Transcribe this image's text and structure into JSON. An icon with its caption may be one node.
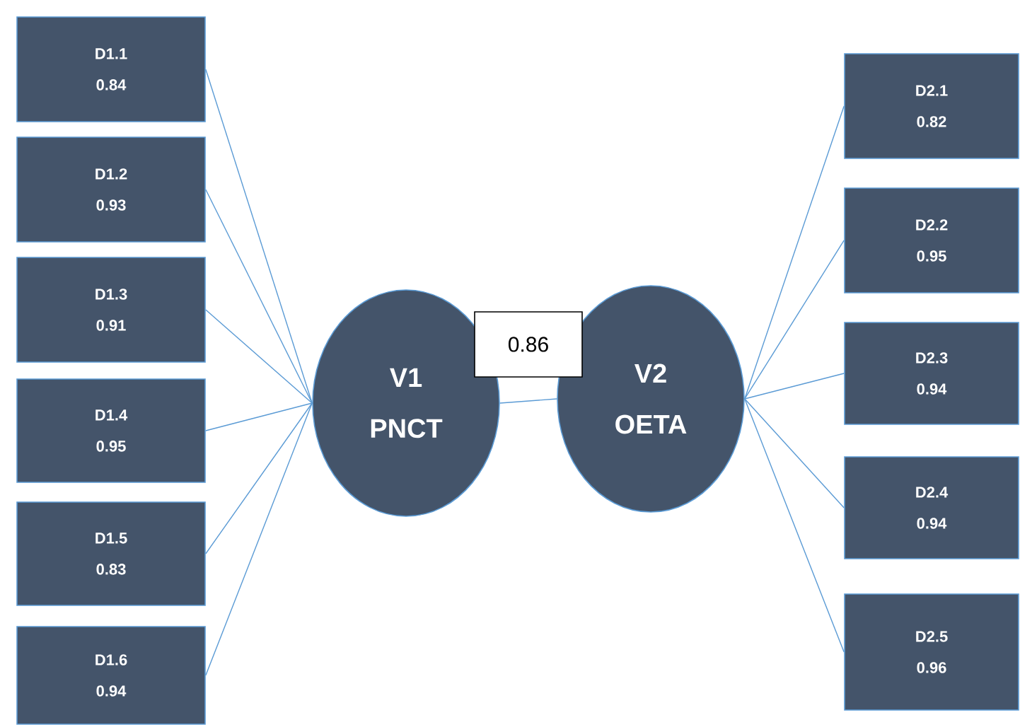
{
  "diagram": {
    "nodes": [
      {
        "text": [
          "D1.1",
          "0.84"
        ]
      },
      {
        "text": [
          "D1.2",
          "0.93"
        ]
      },
      {
        "text": [
          "D1.3",
          "0.91"
        ]
      },
      {
        "text": [
          "D1.4",
          "0.95"
        ]
      },
      {
        "text": [
          "D1.5",
          "0.83"
        ]
      },
      {
        "text": [
          "D1.6",
          "0.94"
        ]
      },
      {
        "text": [
          "V1",
          "PNCT"
        ]
      },
      {
        "text": [
          "V2",
          "OETA"
        ]
      },
      {
        "text": [
          "D2.1",
          "0.82"
        ]
      },
      {
        "text": [
          "D2.2",
          "0.95"
        ]
      },
      {
        "text": [
          "D2.3",
          "0.94"
        ]
      },
      {
        "text": [
          "D2.4",
          "0.94"
        ]
      },
      {
        "text": [
          "D2.5",
          "0.96"
        ]
      }
    ],
    "edges": [
      {
        "from": 0,
        "to": 6,
        "arrow": "none"
      },
      {
        "from": 1,
        "to": 6,
        "arrow": "none"
      },
      {
        "from": 2,
        "to": 6,
        "arrow": "none"
      },
      {
        "from": 3,
        "to": 6,
        "arrow": "none"
      },
      {
        "from": 4,
        "to": 6,
        "arrow": "none"
      },
      {
        "from": 5,
        "to": 6,
        "arrow": "none"
      },
      {
        "from": 6,
        "to": 7,
        "arrow": "none",
        "label": "0.86"
      },
      {
        "from": 7,
        "to": 8,
        "arrow": "none"
      },
      {
        "from": 7,
        "to": 9,
        "arrow": "none"
      },
      {
        "from": 7,
        "to": 10,
        "arrow": "none"
      },
      {
        "from": 7,
        "to": 11,
        "arrow": "none"
      },
      {
        "from": 7,
        "to": 12,
        "arrow": "none"
      }
    ]
  }
}
